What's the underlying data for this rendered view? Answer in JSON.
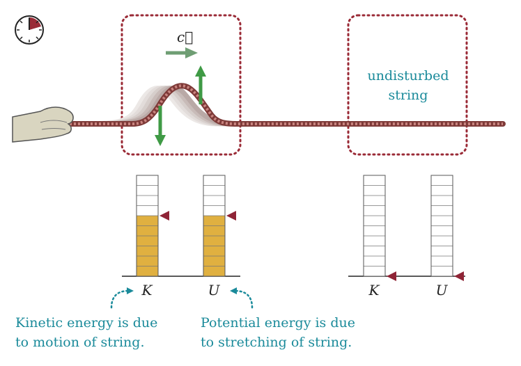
{
  "colors": {
    "rope": "#b36a66",
    "rope_dark": "#7e3a38",
    "box_dash": "#9a2a36",
    "arrow_green": "#3f9a45",
    "arrow_green_muted": "#6f9e74",
    "teal": "#1a8a9a",
    "bar_fill": "#e0b040",
    "marker": "#8f2436",
    "hand": "#d9d5c0"
  },
  "icons": {
    "timer": "stopwatch-icon",
    "hand": "hand-icon"
  },
  "wave": {
    "velocity_label": "c⃗"
  },
  "right_box": {
    "line1": "undisturbed",
    "line2": "string"
  },
  "bars": {
    "segments": 10,
    "left_group": [
      {
        "label": "K",
        "level": 0.6
      },
      {
        "label": "U",
        "level": 0.6
      }
    ],
    "right_group": [
      {
        "label": "K",
        "level": 0
      },
      {
        "label": "U",
        "level": 0
      }
    ]
  },
  "annotations": {
    "kinetic": {
      "line1": "Kinetic energy is due",
      "line2": "to motion of string."
    },
    "potential": {
      "line1": "Potential energy is due",
      "line2": "to stretching of string."
    }
  }
}
